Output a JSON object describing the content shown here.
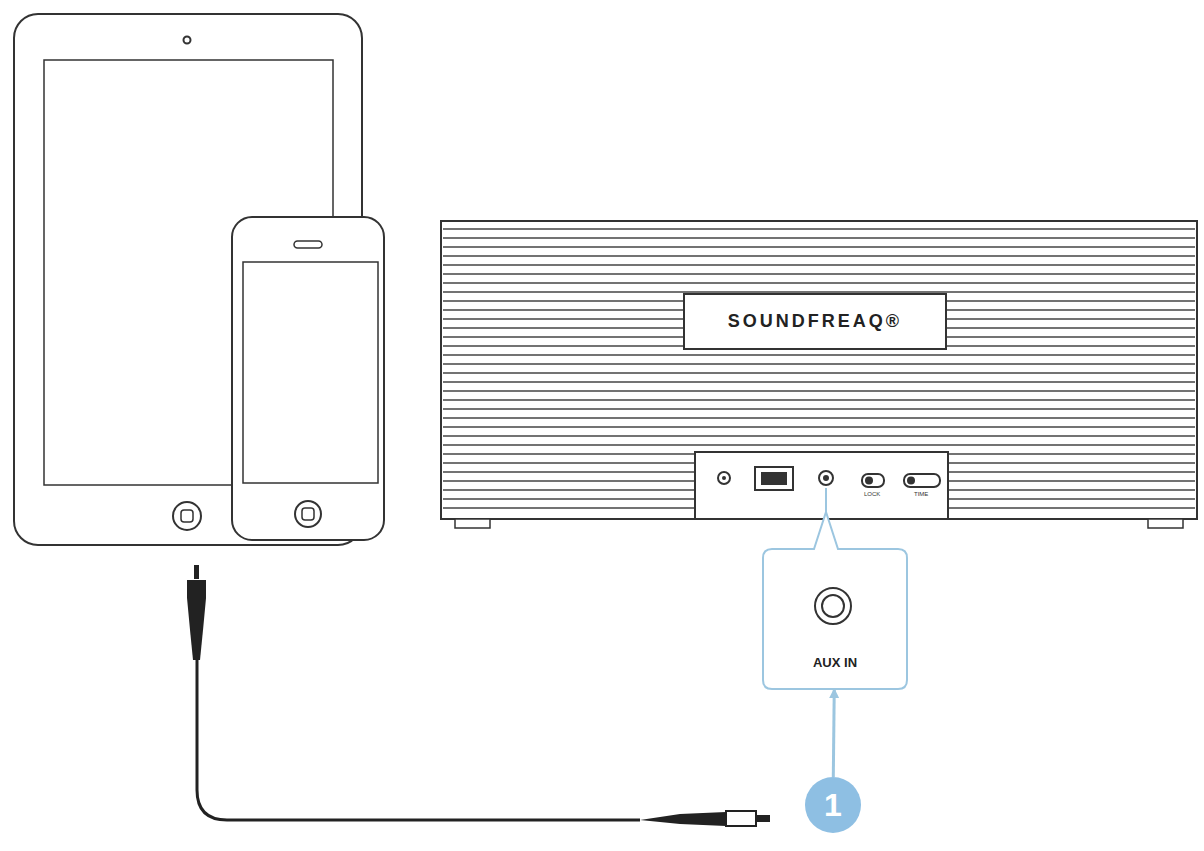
{
  "diagram": {
    "nodes": [
      {
        "text": [
          "SOUNDFREAQ®"
        ]
      },
      {
        "text": [
          "AUX IN"
        ]
      },
      {
        "text": [
          "1"
        ]
      }
    ],
    "edges": [
      {
        "from": 2,
        "to": 1,
        "arrow": "to"
      }
    ],
    "labels": [
      "LOCK",
      "TIME"
    ]
  }
}
